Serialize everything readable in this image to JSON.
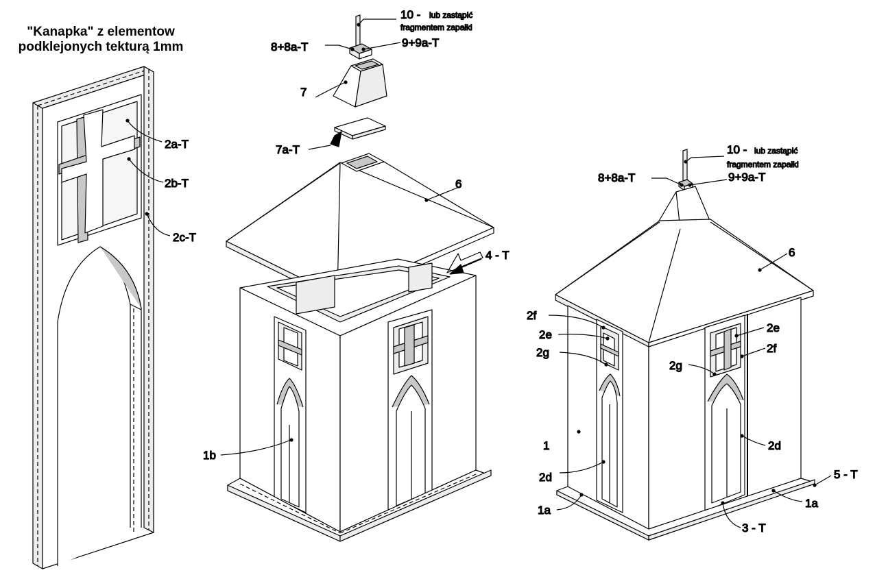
{
  "title": {
    "line1": "\"Kanapka\" z elementow",
    "line2": "podklejonych tekturą 1mm"
  },
  "left_panel": {
    "labels": [
      "2a-T",
      "2b-T",
      "2c-T"
    ]
  },
  "middle_panel": {
    "label_10": "10 -",
    "note_10_a": "lub zastąpić",
    "note_10_b": "fragmentem zapałki",
    "label_8": "8+8a-T",
    "label_9": "9+9a-T",
    "label_7": "7",
    "label_7a": "7a-T",
    "label_6": "6",
    "label_4": "4 - T",
    "label_1b": "1b"
  },
  "right_panel": {
    "label_10": "10 -",
    "note_10_a": "lub zastąpić",
    "note_10_b": "fragmentem zapałki",
    "label_8": "8+8a-T",
    "label_9": "9+9a-T",
    "label_6": "6",
    "left_labels": [
      "2f",
      "2e",
      "2g",
      "1",
      "2d",
      "1a"
    ],
    "right_labels": [
      "2e",
      "2f",
      "2g",
      "2d",
      "5 - T",
      "1a",
      "3 - T"
    ]
  },
  "colors": {
    "line": "#000000",
    "shade": "#c8c8c8",
    "light": "#ededed",
    "background": "#ffffff"
  }
}
